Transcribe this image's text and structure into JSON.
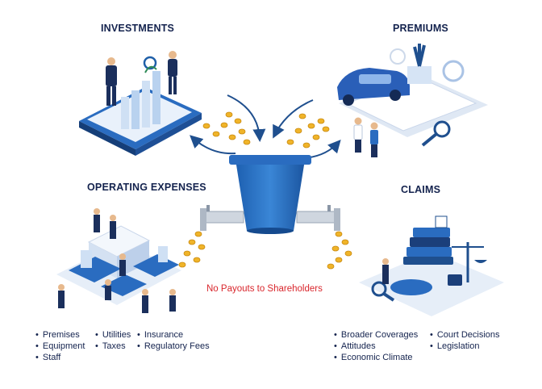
{
  "sections": {
    "investments": {
      "title": "INVESTMENTS"
    },
    "premiums": {
      "title": "PREMIUMS"
    },
    "operating_expenses": {
      "title": "OPERATING EXPENSES",
      "items": [
        "Premises",
        "Equipment",
        "Staff",
        "Utilities",
        "Taxes",
        "Insurance",
        "Regulatory Fees"
      ]
    },
    "claims": {
      "title": "CLAIMS",
      "items": [
        "Broader Coverages",
        "Attitudes",
        "Economic Climate",
        "Court Decisions",
        "Legislation"
      ]
    }
  },
  "center": {
    "note": "No Payouts to Shareholders"
  },
  "colors": {
    "navy": "#14234e",
    "blue": "#1f5fa8",
    "accent": "#d9262c",
    "coin": "#f0b429"
  },
  "icons": [
    "coin-icon",
    "bucket-icon",
    "pipe-icon",
    "arrow-icon"
  ]
}
